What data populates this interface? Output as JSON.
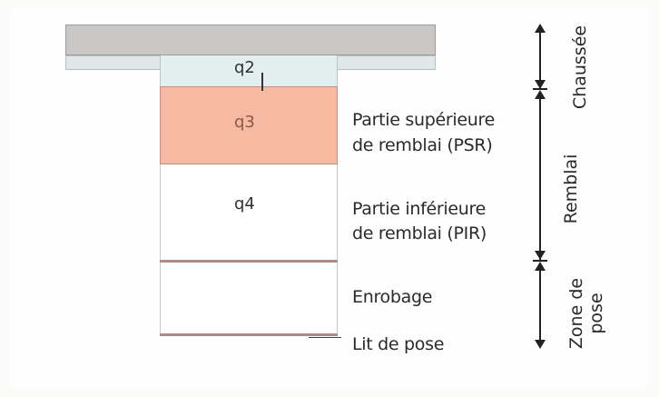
{
  "layers": {
    "q2_label": "q2",
    "q3_label": "q3",
    "q4_label": "q4"
  },
  "labels": {
    "psr_line1": "Partie supérieure",
    "psr_line2": "de remblai (PSR)",
    "pir_line1": "Partie inférieure",
    "pir_line2": "de remblai (PIR)",
    "enrobage": "Enrobage",
    "lit_de_pose": "Lit de pose"
  },
  "zones": {
    "chaussee": "Chaussée",
    "remblai": "Remblai",
    "zone_de_pose_line1": "Zone de",
    "zone_de_pose_line2": "pose"
  },
  "colors": {
    "road": "#c9c8c6",
    "q2_fill": "#e3efee",
    "q3_fill": "#f6b9a2",
    "q4_fill": "#ffffff",
    "embedding_fill": "#ffffff",
    "separator": "#b08a86"
  }
}
